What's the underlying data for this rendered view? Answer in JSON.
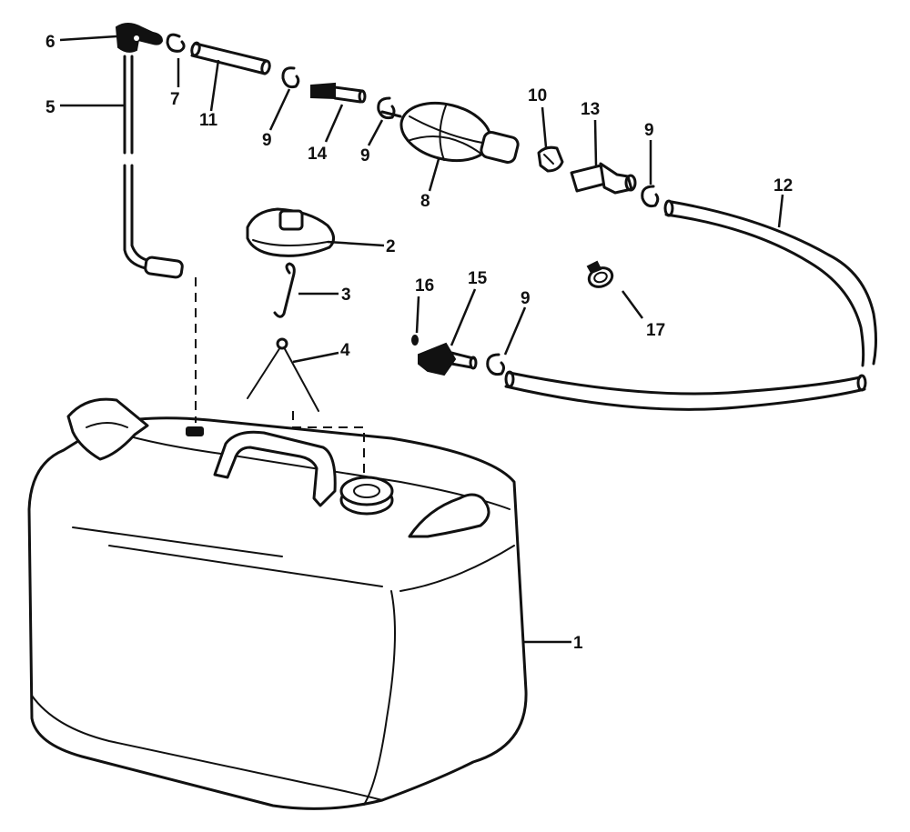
{
  "callouts": {
    "c1": "1",
    "c2": "2",
    "c3": "3",
    "c4": "4",
    "c5": "5",
    "c6": "6",
    "c7": "7",
    "c8": "8",
    "c9a": "9",
    "c9b": "9",
    "c9c": "9",
    "c9d": "9",
    "c10": "10",
    "c11": "11",
    "c12": "12",
    "c13": "13",
    "c14": "14",
    "c15": "15",
    "c16": "16",
    "c17": "17"
  },
  "colors": {
    "ink": "#111111",
    "paper": "#ffffff"
  }
}
